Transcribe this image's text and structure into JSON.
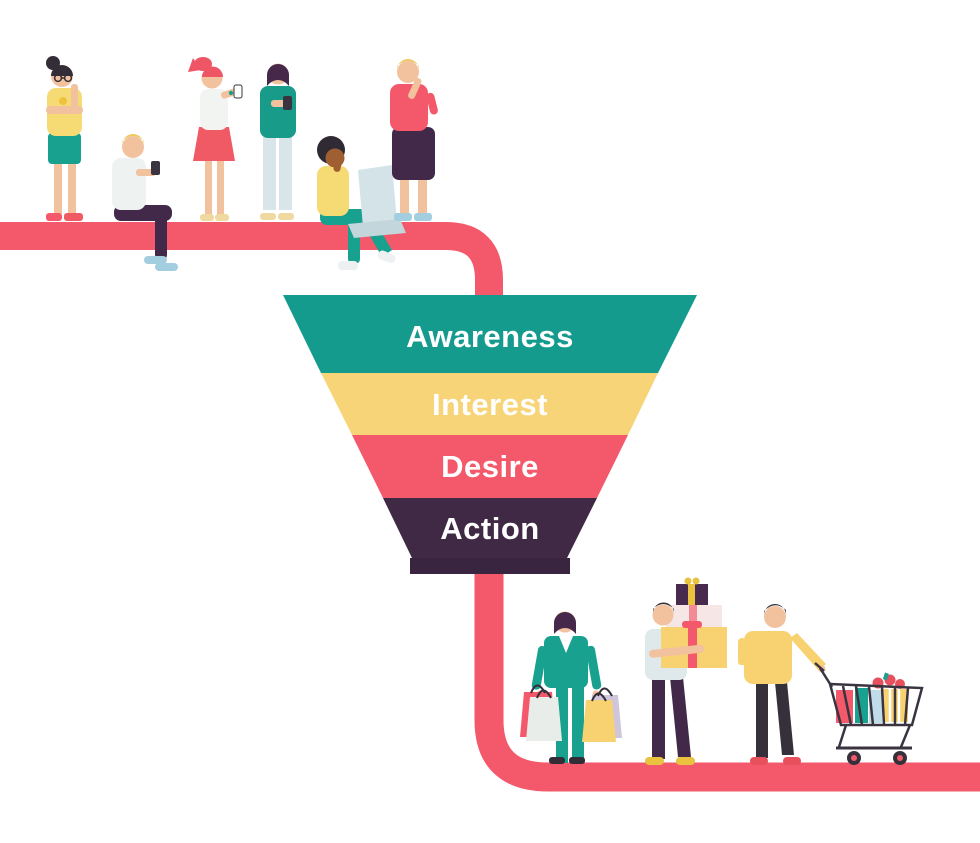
{
  "figure": {
    "description": "Sales funnel illustration: people with phones and laptops enter a funnel at the top and exit at the bottom as shoppers with bags, gift boxes and a full shopping cart"
  },
  "funnel": {
    "stages": [
      {
        "label": "Awareness",
        "color": "#149B8D"
      },
      {
        "label": "Interest",
        "color": "#F8D478"
      },
      {
        "label": "Desire",
        "color": "#F4596B"
      },
      {
        "label": "Action",
        "color": "#3F2945"
      }
    ],
    "label_color": "#FFFFFF",
    "spout_color": "#3A2540"
  },
  "path": {
    "color": "#F4596B"
  },
  "palette": {
    "teal": "#18A18F",
    "yellow": "#F8D271",
    "coral": "#F4596B",
    "dark_purple": "#42294A"
  },
  "people": {
    "top": [
      {
        "id": "woman-thinking-glasses"
      },
      {
        "id": "man-sitting-with-phone"
      },
      {
        "id": "girl-ponytail-with-phone"
      },
      {
        "id": "woman-bob-with-phone"
      },
      {
        "id": "woman-sitting-with-laptop"
      },
      {
        "id": "man-standing-thinking"
      }
    ],
    "bottom": [
      {
        "id": "woman-with-shopping-bags"
      },
      {
        "id": "man-carrying-gift-boxes"
      },
      {
        "id": "man-pushing-shopping-cart"
      }
    ]
  }
}
